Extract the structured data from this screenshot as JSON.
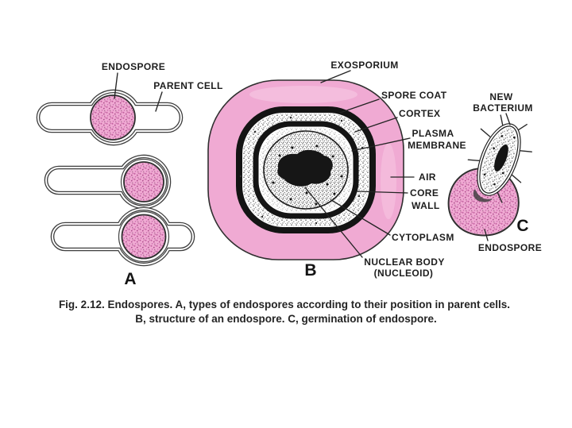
{
  "figure": {
    "caption": {
      "line1": "Fig. 2.12. Endospores. A, types of endospores according to their position in parent cells.",
      "line2": "B, structure of an endospore. C, germination of endospore."
    },
    "panel_a": {
      "letter": "A",
      "labels": {
        "endospore": "ENDOSPORE",
        "parent_cell": "PARENT CELL"
      }
    },
    "panel_b": {
      "letter": "B",
      "labels": {
        "exosporium": "EXOSPORIUM",
        "spore_coat": "SPORE COAT",
        "cortex": "CORTEX",
        "plasma_membrane_line1": "PLASMA",
        "plasma_membrane_line2": "MEMBRANE",
        "air": "AIR",
        "core_wall_line1": "CORE",
        "core_wall_line2": "WALL",
        "cytoplasm": "CYTOPLASM",
        "nuclear_body_line1": "NUCLEAR BODY",
        "nuclear_body_line2": "(NUCLEOID)"
      }
    },
    "panel_c": {
      "letter": "C",
      "labels": {
        "new_bacterium_line1": "NEW",
        "new_bacterium_line2": "BACTERIUM",
        "endospore": "ENDOSPORE"
      }
    },
    "colors": {
      "pink": "#f0aad3",
      "pink_highlight": "#f7c9e4",
      "pink_speckle": "#bb5596",
      "ink": "#1c1c1c"
    }
  }
}
